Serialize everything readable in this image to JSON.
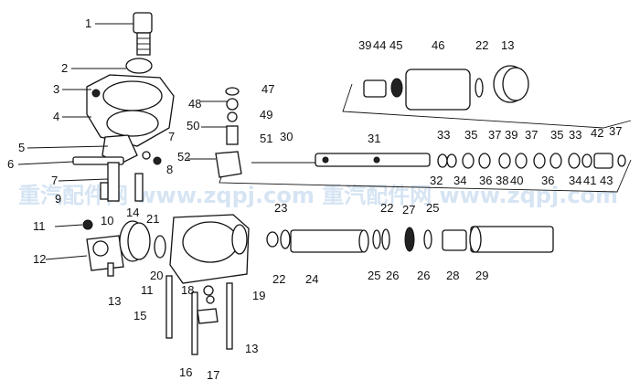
{
  "watermark": {
    "text": "重汽配件网 www.zqpj.com  重汽配件网 www.zqpj.com",
    "color": "#cfe0f2"
  },
  "callouts": [
    "1",
    "2",
    "3",
    "4",
    "5",
    "6",
    "7",
    "7",
    "8",
    "9",
    "10",
    "11",
    "11",
    "12",
    "13",
    "13",
    "14",
    "15",
    "16",
    "17",
    "18",
    "19",
    "20",
    "21",
    "22",
    "22",
    "23",
    "24",
    "25",
    "25",
    "26",
    "26",
    "27",
    "28",
    "29",
    "30",
    "31",
    "32",
    "33",
    "33",
    "34",
    "34",
    "35",
    "35",
    "36",
    "36",
    "37",
    "37",
    "37",
    "38",
    "39",
    "39",
    "40",
    "41",
    "42",
    "43",
    "44",
    "45",
    "46",
    "47",
    "48",
    "49",
    "50",
    "51",
    "52",
    "22",
    "13"
  ]
}
